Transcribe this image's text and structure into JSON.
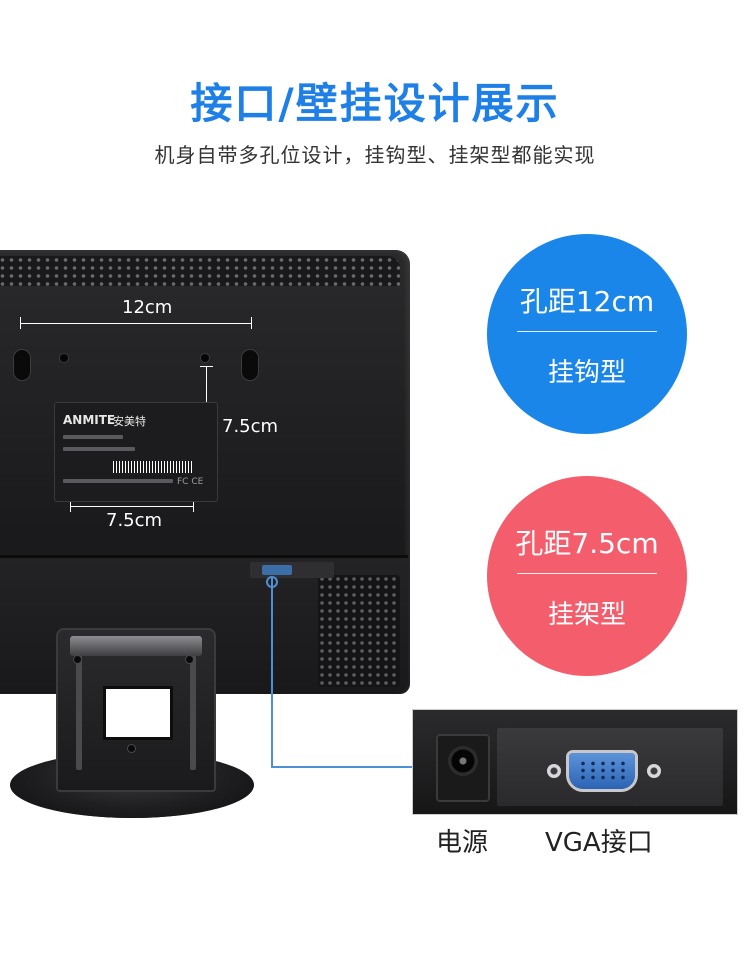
{
  "header": {
    "title": "接口/壁挂设计展示",
    "subtitle": "机身自带多孔位设计，挂钩型、挂架型都能实现"
  },
  "monitor": {
    "dim_12": "12cm",
    "dim_75_vertical": "7.5cm",
    "dim_75_horizontal": "7.5cm",
    "label_brand": "ANMITE",
    "label_brand_cn": "安美特",
    "label_cert": "FC CE"
  },
  "circles": {
    "blue": {
      "top_text": "孔距12cm",
      "bottom_text": "挂钩型",
      "color": "#1a86ea"
    },
    "red": {
      "top_text": "孔距7.5cm",
      "bottom_text": "挂架型",
      "color": "#f45d6c"
    }
  },
  "ports": {
    "power_label": "电源",
    "vga_label": "VGA接口"
  },
  "colors": {
    "title": "#1e7fe6",
    "callout": "#4f8fd6"
  }
}
